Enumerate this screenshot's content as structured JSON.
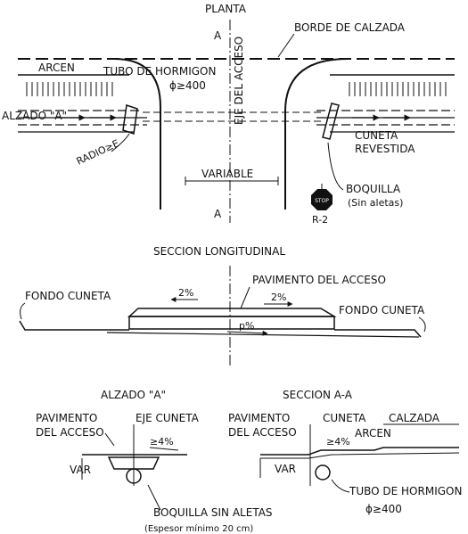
{
  "planta": {
    "title": "PLANTA",
    "section_mark_top": "A",
    "section_mark_bottom": "A",
    "borde_calzada": "BORDE DE CALZADA",
    "arcen": "ARCEN",
    "tubo": "TUBO DE HORMIGON",
    "tubo_diam": "ϕ≥400",
    "eje_acceso": "EJE DEL ACCESO",
    "alzado": "ALZADO \"A\"",
    "radio": "RADIO≥E",
    "cuneta_1": "CUNETA",
    "cuneta_2": "REVESTIDA",
    "variable": "VARIABLE",
    "boquilla_1": "BOQUILLA",
    "boquilla_2": "(Sin aletas)",
    "stop_sign": "STOP",
    "stop_code": "R-2"
  },
  "seccion_long": {
    "title": "SECCION LONGITUDINAL",
    "pavimento": "PAVIMENTO DEL ACCESO",
    "fondo_left": "FONDO CUNETA",
    "fondo_right": "FONDO CUNETA",
    "pct_left": "2%",
    "pct_right": "2%",
    "p_pct": "p%"
  },
  "alzado_a": {
    "title": "ALZADO \"A\"",
    "pavimento_1": "PAVIMENTO",
    "pavimento_2": "DEL ACCESO",
    "eje_cuneta": "EJE CUNETA",
    "pct": "≥4%",
    "var": "VAR",
    "boquilla": "BOQUILLA SIN ALETAS",
    "espesor": "(Espesor mínimo 20 cm)"
  },
  "seccion_aa": {
    "title": "SECCION A-A",
    "pavimento_1": "PAVIMENTO",
    "pavimento_2": "DEL ACCESO",
    "cuneta": "CUNETA",
    "calzada": "CALZADA",
    "pct": "≥4%",
    "arcen": "ARCEN",
    "var": "VAR",
    "tubo": "TUBO DE HORMIGON",
    "tubo_diam": "ϕ≥400"
  }
}
